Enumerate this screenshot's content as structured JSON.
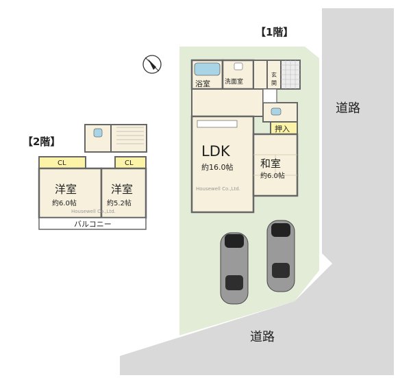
{
  "floor1": {
    "title": "【1階】",
    "rooms": {
      "bath": "浴室",
      "washroom": "洗面室",
      "entrance_line1": "玄",
      "entrance_line2": "関",
      "ldk": "LDK",
      "ldk_size": "約16.0帖",
      "washitsu": "和室",
      "washitsu_size": "約6.0帖",
      "oshiire": "押入"
    },
    "watermark": "Housewell Co.,Ltd."
  },
  "floor2": {
    "title": "【2階】",
    "rooms": {
      "cl_left": "CL",
      "cl_right": "CL",
      "room_left": "洋室",
      "room_left_size": "約6.0帖",
      "room_right": "洋室",
      "room_right_size": "約5.2帖",
      "balcony": "バルコニー"
    },
    "watermark": "Housewell Co.,Ltd."
  },
  "road_right": "道路",
  "road_bottom": "道路",
  "colors": {
    "site_green": "#e3ecd6",
    "road_gray": "#d9d9d9",
    "closet_yellow": "#fbf3a7",
    "floor_beige": "#f6f0dc",
    "wall": "#666666",
    "car_body": "#9a9a9a"
  },
  "icons": [
    "north-arrow-icon",
    "car-icon"
  ]
}
